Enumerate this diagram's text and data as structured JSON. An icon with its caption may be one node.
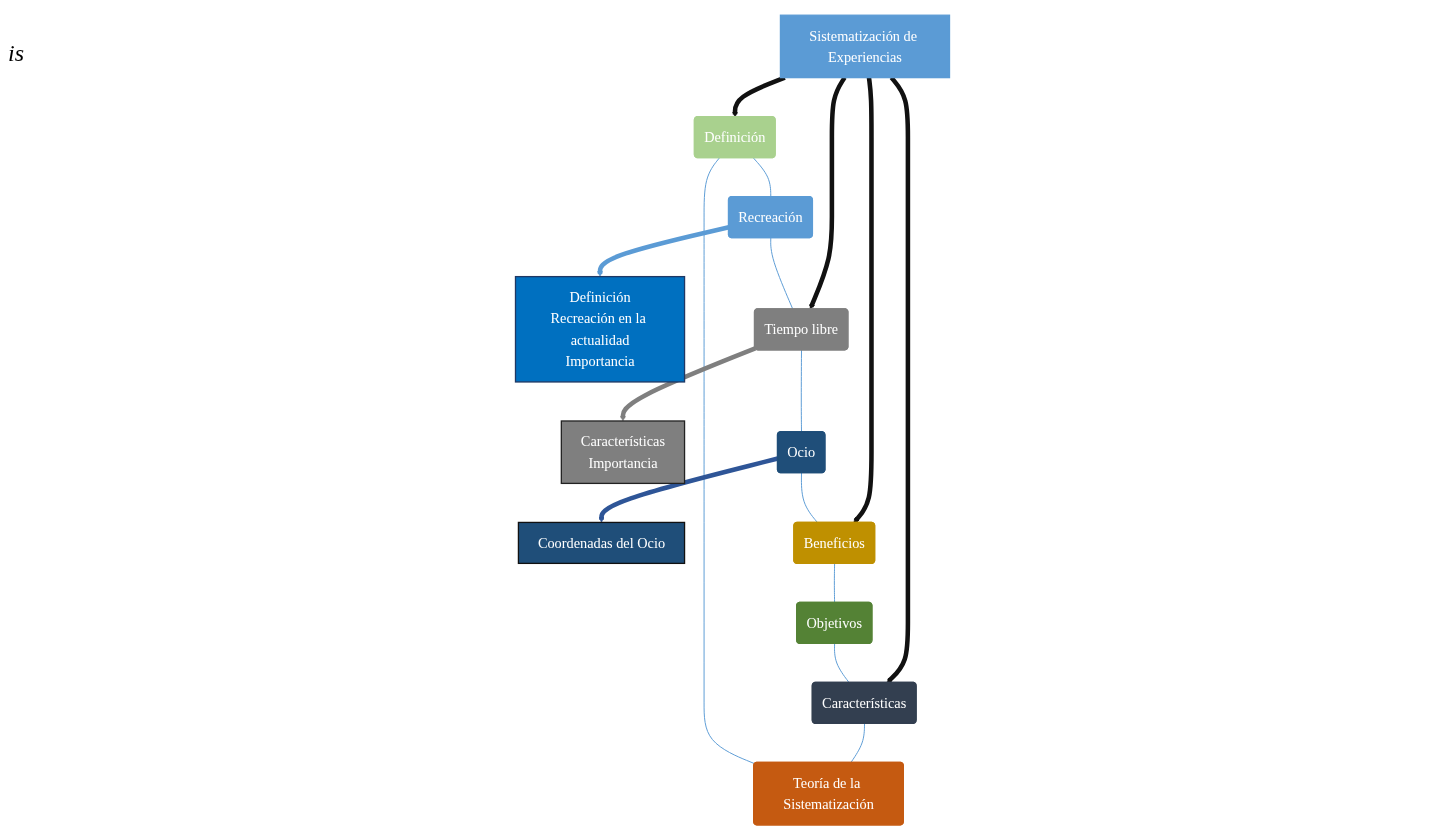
{
  "diagram": {
    "nodes": [
      {
        "text": [
          "Definición"
        ]
      },
      {
        "text": [
          "Teoría de la Sistematización"
        ]
      },
      {
        "text": [
          "Recreación"
        ]
      },
      {
        "text": [
          "Definición",
          "Recreación en la actualidad",
          "Importancia"
        ]
      },
      {
        "text": [
          "Características"
        ]
      },
      {
        "text": [
          "Sistematización de Experiencias"
        ]
      },
      {
        "text": [
          "Tiempo libre"
        ]
      },
      {
        "text": [
          "Características",
          "Importancia"
        ]
      },
      {
        "text": [
          "Objetivos"
        ]
      },
      {
        "text": [
          "Ocio"
        ]
      },
      {
        "text": [
          "Coordenadas del Ocio"
        ]
      },
      {
        "text": [
          "Beneficios"
        ]
      }
    ],
    "edges": [
      {
        "from": 5,
        "to": 0,
        "arrow": "to",
        "style": "thick",
        "color": "#111111"
      },
      {
        "from": 5,
        "to": 4,
        "arrow": "to",
        "style": "thick",
        "color": "#111111"
      },
      {
        "from": 5,
        "to": 6,
        "arrow": "to",
        "style": "thick",
        "color": "#111111"
      },
      {
        "from": 5,
        "to": 11,
        "arrow": "to",
        "style": "thick",
        "color": "#111111"
      },
      {
        "from": 0,
        "to": 2,
        "arrow": "none"
      },
      {
        "from": 2,
        "to": 6,
        "arrow": "none"
      },
      {
        "from": 6,
        "to": 9,
        "arrow": "none"
      },
      {
        "from": 9,
        "to": 11,
        "arrow": "none"
      },
      {
        "from": 11,
        "to": 8,
        "arrow": "none"
      },
      {
        "from": 8,
        "to": 4,
        "arrow": "none"
      },
      {
        "from": 4,
        "to": 1,
        "arrow": "none"
      },
      {
        "from": 1,
        "to": 0,
        "arrow": "none"
      },
      {
        "from": 2,
        "to": 3,
        "arrow": "to",
        "style": "thick"
      },
      {
        "from": 6,
        "to": 7,
        "arrow": "to",
        "style": "thick",
        "color": "#7f7f7f"
      },
      {
        "from": 9,
        "to": 10,
        "arrow": "to",
        "style": "thick",
        "color": "#2e5597"
      }
    ],
    "labels": [
      "is"
    ]
  }
}
